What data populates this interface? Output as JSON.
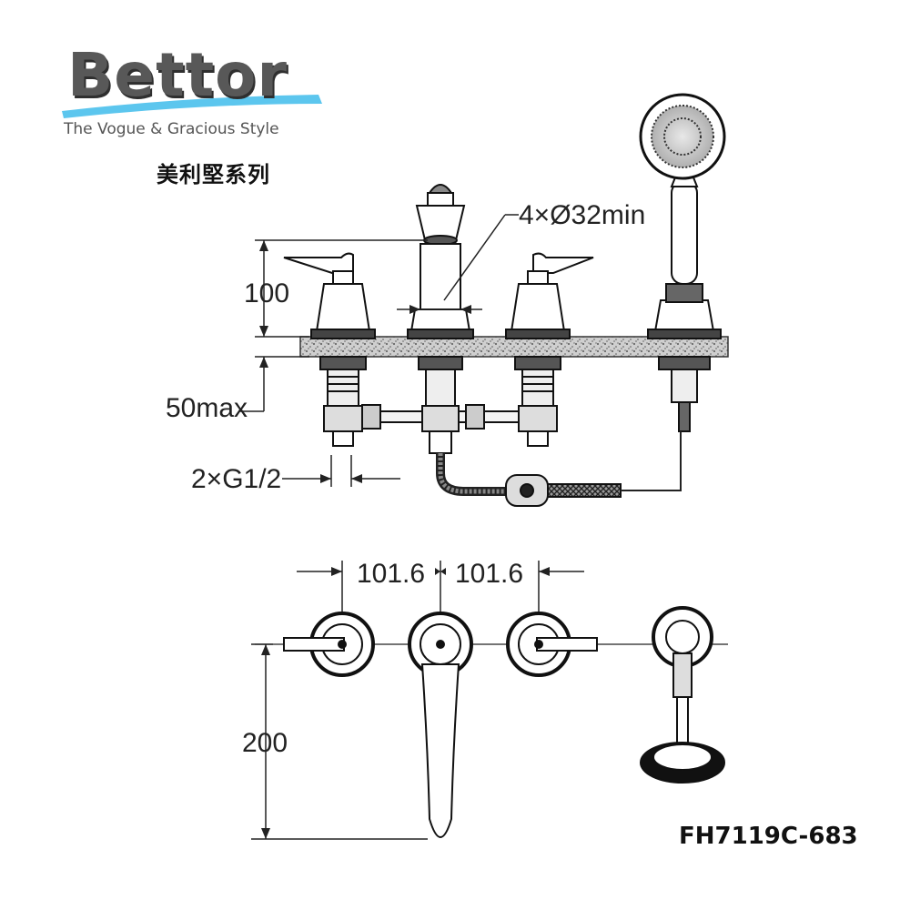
{
  "brand": {
    "name": "Bettor",
    "tagline": "The Vogue & Gracious Style",
    "accent_color": "#5cc6ee"
  },
  "series_name": "美利堅系列",
  "model_number": "FH7119C-683",
  "dimensions": {
    "spout_height": "100",
    "deck_thickness": "50max",
    "inlet_thread": "2×G1/2",
    "hole_spec": "4×Ø32min",
    "spacing_left": "101.6",
    "spacing_right": "101.6",
    "spout_reach": "200"
  }
}
